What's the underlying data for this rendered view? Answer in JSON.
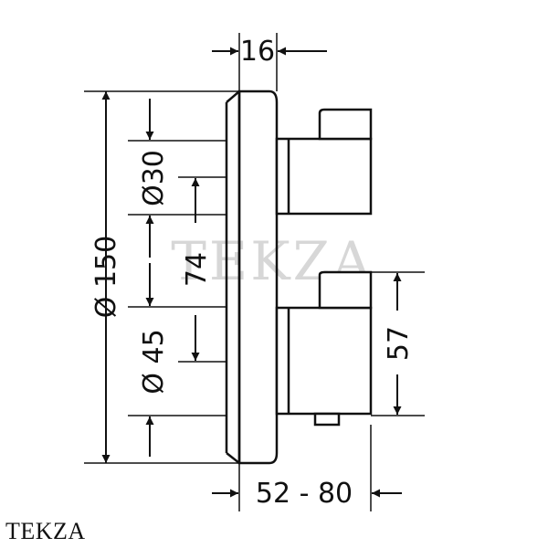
{
  "watermark": "TEKZA",
  "brand_label": "TEKZA",
  "dimensions": {
    "top_width": "16",
    "overall_diameter": "Ø 150",
    "small_diameter": "Ø30",
    "large_diameter": "Ø 45",
    "handle_spacing": "74",
    "lower_handle_height": "57",
    "projection_range": "52 - 80"
  }
}
